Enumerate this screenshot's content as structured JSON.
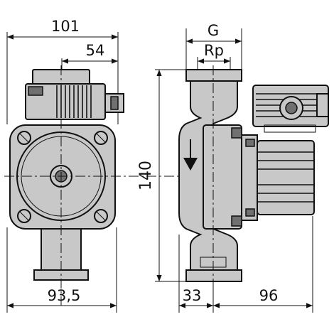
{
  "drawing": {
    "dimensions": {
      "width_front": "101",
      "offset_front": "54",
      "bottom_front": "93,5",
      "height": "140",
      "thread_g": "G",
      "thread_rp": "Rp",
      "bottom_left_side": "33",
      "bottom_right_side": "96"
    }
  },
  "colors": {
    "line": "#111111",
    "body_fill": "#c8c8c8",
    "dark_fill": "#707070",
    "background": "#ffffff"
  }
}
